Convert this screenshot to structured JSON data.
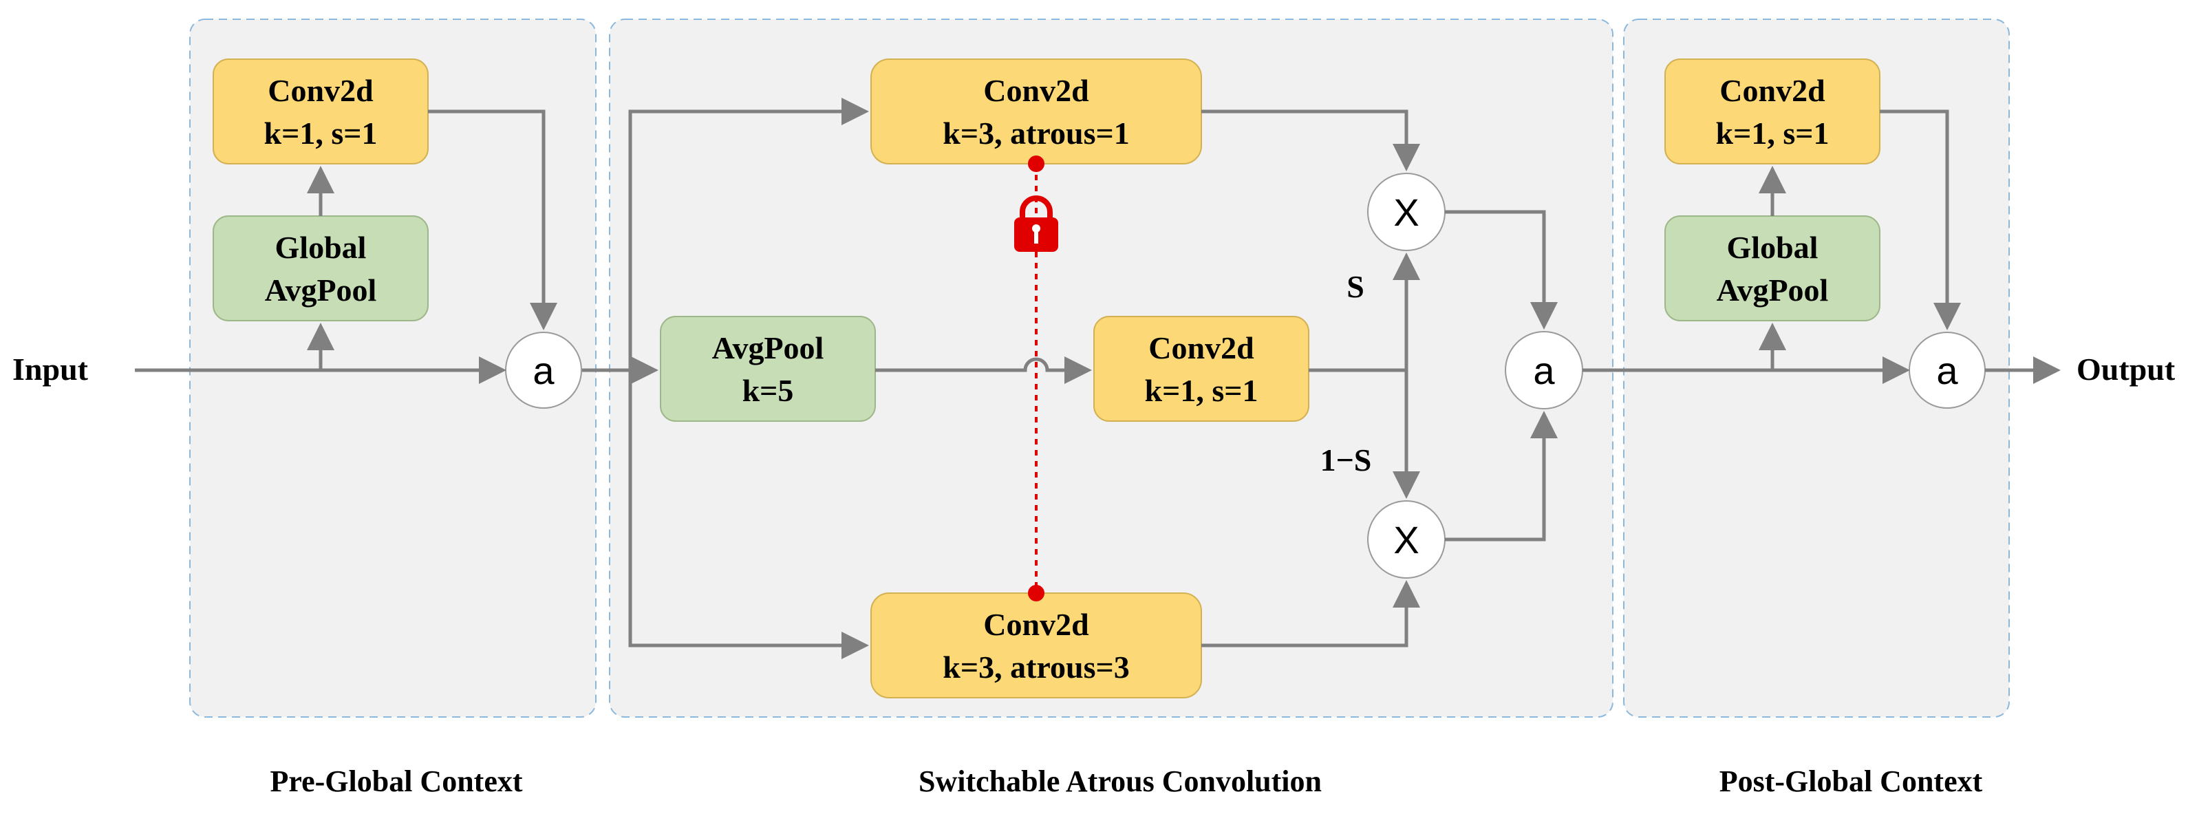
{
  "io": {
    "input": "Input",
    "output": "Output"
  },
  "pre_global": {
    "caption": "Pre-Global Context",
    "conv": {
      "line1": "Conv2d",
      "line2": "k=1, s=1"
    },
    "pool": {
      "line1": "Global",
      "line2": "AvgPool"
    },
    "combine_op": "a"
  },
  "switchable": {
    "caption": "Switchable Atrous Convolution",
    "conv_top": {
      "line1": "Conv2d",
      "line2": "k=3, atrous=1"
    },
    "avgpool": {
      "line1": "AvgPool",
      "line2": "k=5"
    },
    "conv_mid": {
      "line1": "Conv2d",
      "line2": "k=1, s=1"
    },
    "conv_bottom": {
      "line1": "Conv2d",
      "line2": "k=3, atrous=3"
    },
    "switch_label_s": "S",
    "switch_label_1s": "1−S",
    "mult_op": "X",
    "combine_op": "a",
    "weight_lock_icon": "lock-icon"
  },
  "post_global": {
    "caption": "Post-Global Context",
    "conv": {
      "line1": "Conv2d",
      "line2": "k=1, s=1"
    },
    "pool": {
      "line1": "Global",
      "line2": "AvgPool"
    },
    "combine_op": "a"
  },
  "colors": {
    "conv_box": "#fcd976",
    "pool_box": "#c7ddb5",
    "panel_bg": "#f1f1f1",
    "panel_border": "#8ab8df",
    "arrow": "#808080",
    "weight_share": "#e00000"
  }
}
